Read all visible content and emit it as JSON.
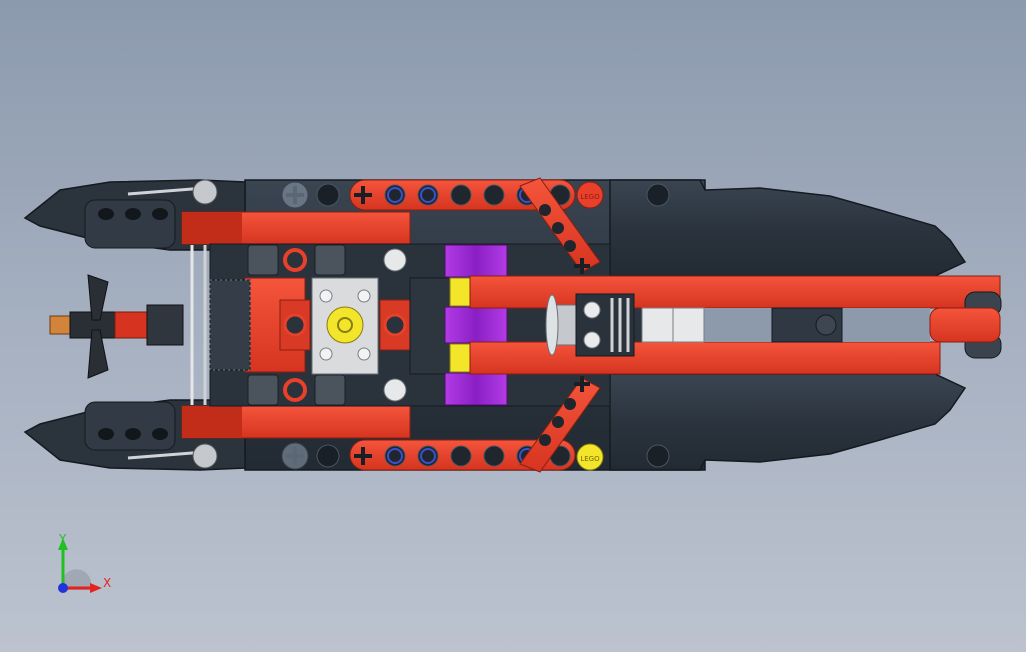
{
  "viewport": {
    "background_top": "#8c9aae",
    "background_bottom": "#bcc3cf"
  },
  "model": {
    "colors": {
      "hull": "#2f3944",
      "hull_dark": "#232b34",
      "hull_edge": "#1a2027",
      "beam_red": "#e8402a",
      "beam_red_dark": "#a52616",
      "purple": "#a12bd6",
      "yellow": "#f2e52a",
      "light_gray": "#d7d9dc",
      "silver": "#b9bec4"
    },
    "stud_text": "LEGO"
  },
  "triad": {
    "x_label": "X",
    "y_label": "Y",
    "x_color": "#e52222",
    "y_color": "#20c020",
    "z_color": "#2233dd"
  }
}
